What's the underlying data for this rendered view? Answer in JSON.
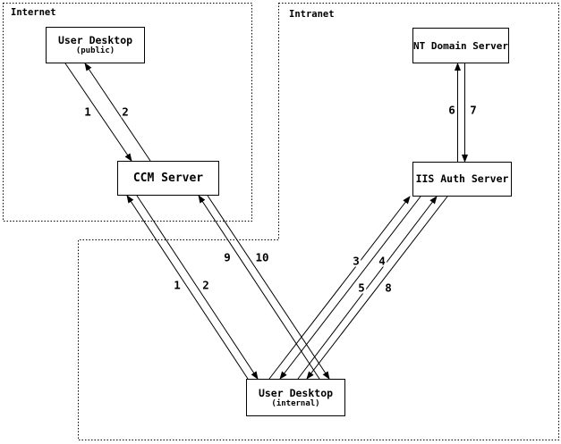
{
  "regions": {
    "internet": {
      "label": "Internet"
    },
    "intranet": {
      "label": "Intranet"
    }
  },
  "nodes": {
    "user_desktop_public": {
      "title": "User Desktop",
      "subtitle": "(public)"
    },
    "ccm_server": {
      "title": "CCM Server"
    },
    "nt_domain_server": {
      "title": "NT Domain Server"
    },
    "iis_auth_server": {
      "title": "IIS Auth Server"
    },
    "user_desktop_internal": {
      "title": "User Desktop",
      "subtitle": "(internal)"
    }
  },
  "edge_labels": [
    {
      "text": "1"
    },
    {
      "text": "2"
    },
    {
      "text": "6"
    },
    {
      "text": "7"
    },
    {
      "text": "9"
    },
    {
      "text": "10"
    },
    {
      "text": "1"
    },
    {
      "text": "2"
    },
    {
      "text": "3"
    },
    {
      "text": "4"
    },
    {
      "text": "5"
    },
    {
      "text": "8"
    }
  ],
  "connections": [
    {
      "step": "1",
      "from": "User Desktop (public)",
      "to": "CCM Server"
    },
    {
      "step": "2",
      "from": "CCM Server",
      "to": "User Desktop (public)"
    },
    {
      "step": "1",
      "from": "User Desktop (internal)",
      "to": "CCM Server"
    },
    {
      "step": "2",
      "from": "CCM Server",
      "to": "User Desktop (internal)"
    },
    {
      "step": "3",
      "from": "User Desktop (internal)",
      "to": "IIS Auth Server"
    },
    {
      "step": "4",
      "from": "IIS Auth Server",
      "to": "User Desktop (internal)"
    },
    {
      "step": "5",
      "from": "User Desktop (internal)",
      "to": "IIS Auth Server"
    },
    {
      "step": "6",
      "from": "IIS Auth Server",
      "to": "NT Domain Server"
    },
    {
      "step": "7",
      "from": "NT Domain Server",
      "to": "IIS Auth Server"
    },
    {
      "step": "8",
      "from": "IIS Auth Server",
      "to": "User Desktop (internal)"
    },
    {
      "step": "9",
      "from": "User Desktop (internal)",
      "to": "CCM Server"
    },
    {
      "step": "10",
      "from": "CCM Server",
      "to": "User Desktop (internal)"
    }
  ],
  "colors": {
    "ink": "#000000",
    "background": "#ffffff"
  }
}
